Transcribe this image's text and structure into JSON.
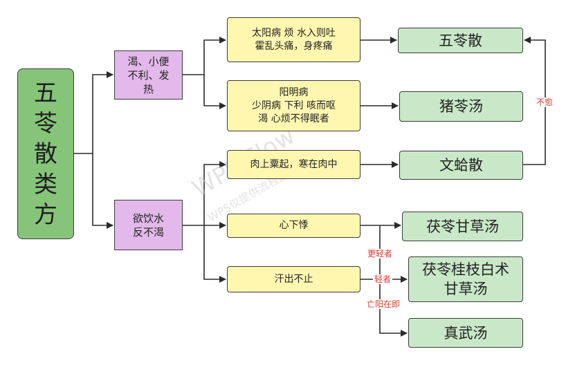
{
  "root": {
    "label": "五\n苓\n散\n类\n方"
  },
  "categories": [
    {
      "label": "渴、小便\n不利、发\n热"
    },
    {
      "label": "欲饮水\n反不渴"
    }
  ],
  "symptoms": [
    {
      "label": "太阳病 烦 水入则吐\n霍乱头痛，身疼痛"
    },
    {
      "label": "阳明病\n少阴病 下利 咳而呕\n渴 心烦不得眠者"
    },
    {
      "label": "肉上粟起，寒在肉中"
    },
    {
      "label": "心下悸"
    },
    {
      "label": "汗出不止"
    }
  ],
  "formulas": [
    {
      "label": "五苓散"
    },
    {
      "label": "猪苓汤"
    },
    {
      "label": "文蛤散"
    },
    {
      "label": "茯苓甘草汤"
    },
    {
      "label": "茯苓桂枝白术\n甘草汤"
    },
    {
      "label": "真武汤"
    }
  ],
  "edge_labels": {
    "not_cured": "不愈",
    "milder": "更轻者",
    "mild": "轻者",
    "collapse": "亡阳在即"
  },
  "watermark": {
    "big": "WPS Flow",
    "small": "WPS仅提供流程图服务"
  },
  "colors": {
    "root": "#86c47a",
    "category": "#e3b8ea",
    "symptom": "#fff7b0",
    "formula": "#c9e8c8",
    "edge_label": "#e03a2f"
  }
}
